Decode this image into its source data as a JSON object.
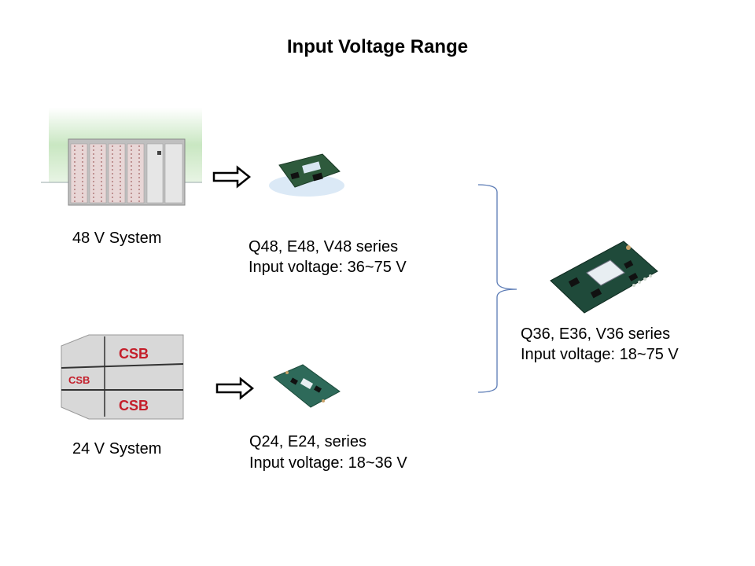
{
  "slide": {
    "title": "Input Voltage Range"
  },
  "systems": [
    {
      "label": "48 V System",
      "image": "telecom-power-cabinet"
    },
    {
      "label": "24 V System",
      "image": "battery-rack-csb"
    }
  ],
  "battery_brand": "CSB",
  "modules": [
    {
      "series": "Q48, E48, V48 series",
      "input_voltage": "Input voltage: 36~75 V",
      "image": "dc-dc-converter-module"
    },
    {
      "series": "Q24, E24, series",
      "input_voltage": "Input voltage: 18~36 V",
      "image": "dc-dc-converter-module"
    },
    {
      "series": "Q36, E36, V36 series",
      "input_voltage": "Input voltage: 18~75 V",
      "image": "dc-dc-converter-module"
    }
  ],
  "icons": {
    "arrow": "hollow-right-arrow",
    "brace": "right-curly-brace"
  },
  "colors": {
    "brace": "#5b7bb5",
    "pcb": "#1f4a3a",
    "cabinet_bg": "#cfe8c8"
  }
}
